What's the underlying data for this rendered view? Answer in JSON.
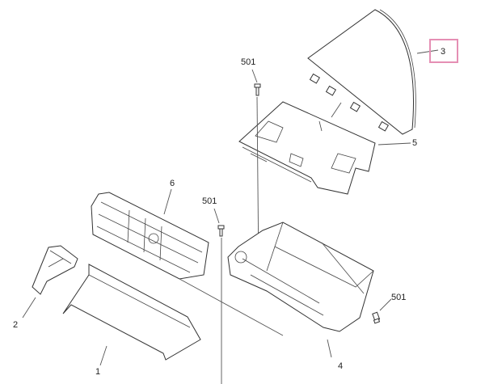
{
  "diagram": {
    "highlight_color": "#e58fb4",
    "callouts": [
      {
        "id": "screw-top",
        "label": "501"
      },
      {
        "id": "cover-3",
        "label": "3"
      },
      {
        "id": "plate-5",
        "label": "5"
      },
      {
        "id": "roller-6",
        "label": "6"
      },
      {
        "id": "screw-mid",
        "label": "501"
      },
      {
        "id": "cap-2",
        "label": "2"
      },
      {
        "id": "cover-1",
        "label": "1"
      },
      {
        "id": "frame-4",
        "label": "4"
      },
      {
        "id": "screw-right",
        "label": "501"
      }
    ],
    "highlighted_callout": "3"
  }
}
